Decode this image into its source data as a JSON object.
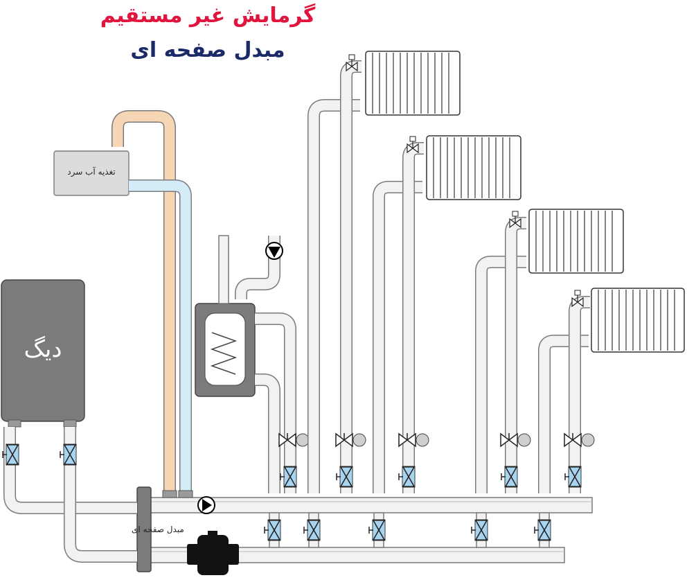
{
  "title": {
    "main": "گرمایش غیر مستقیم",
    "sub": "مبدل صفحه ای"
  },
  "labels": {
    "boiler": "دیگ",
    "cold_water_feed": "تغذیه آب سرد",
    "plate_exchanger": "مبدل صفحه ای"
  },
  "colors": {
    "title_main": "#e0143c",
    "title_sub": "#1b2a66",
    "pipe_fill": "#f2f2f2",
    "pipe_stroke": "#7a7a7a",
    "hot_pipe": "#f6d6b4",
    "cold_pipe": "#d4ecf7",
    "boiler": "#7b7b7b",
    "valve_body": "#a8d4f0",
    "pump": "#000000"
  },
  "components": {
    "boiler": "boiler",
    "expansion_tank": "cold-water-feed-tank",
    "storage_tank": "hot-water-storage-tank",
    "radiators": 4,
    "pumps": 2,
    "strainer": "y-strainer"
  }
}
